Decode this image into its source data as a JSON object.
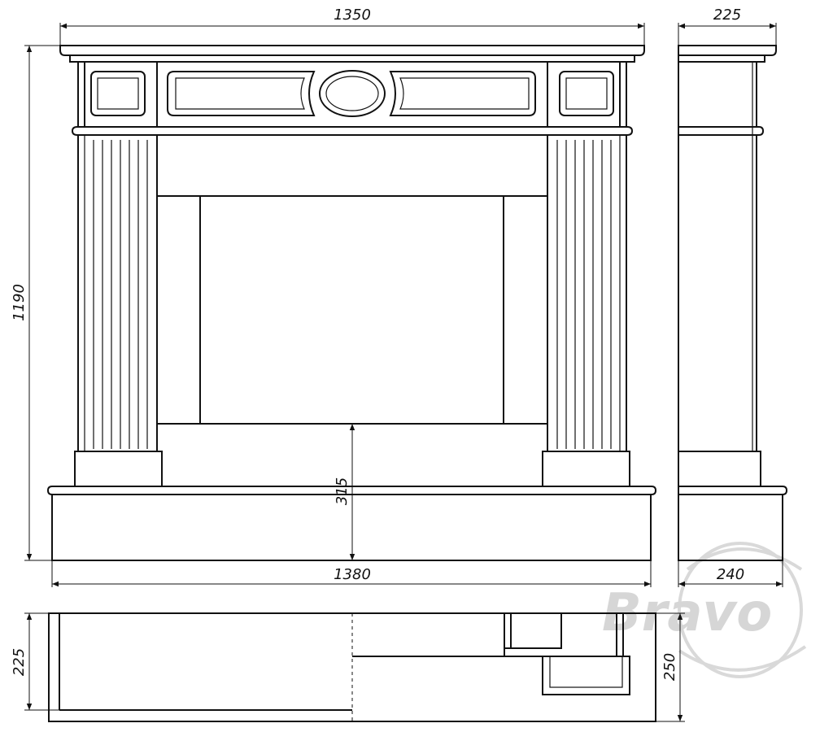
{
  "dimensions": {
    "mantel_width": "1350",
    "side_depth_top": "225",
    "total_height": "1190",
    "hearth_height": "315",
    "base_width": "1380",
    "side_depth_bottom": "240",
    "plan_depth_left": "225",
    "plan_depth_right": "250"
  },
  "watermark": {
    "brand": "Bravo"
  },
  "colors": {
    "line": "#111111",
    "watermark": "#d6d6d6",
    "background": "#ffffff"
  }
}
